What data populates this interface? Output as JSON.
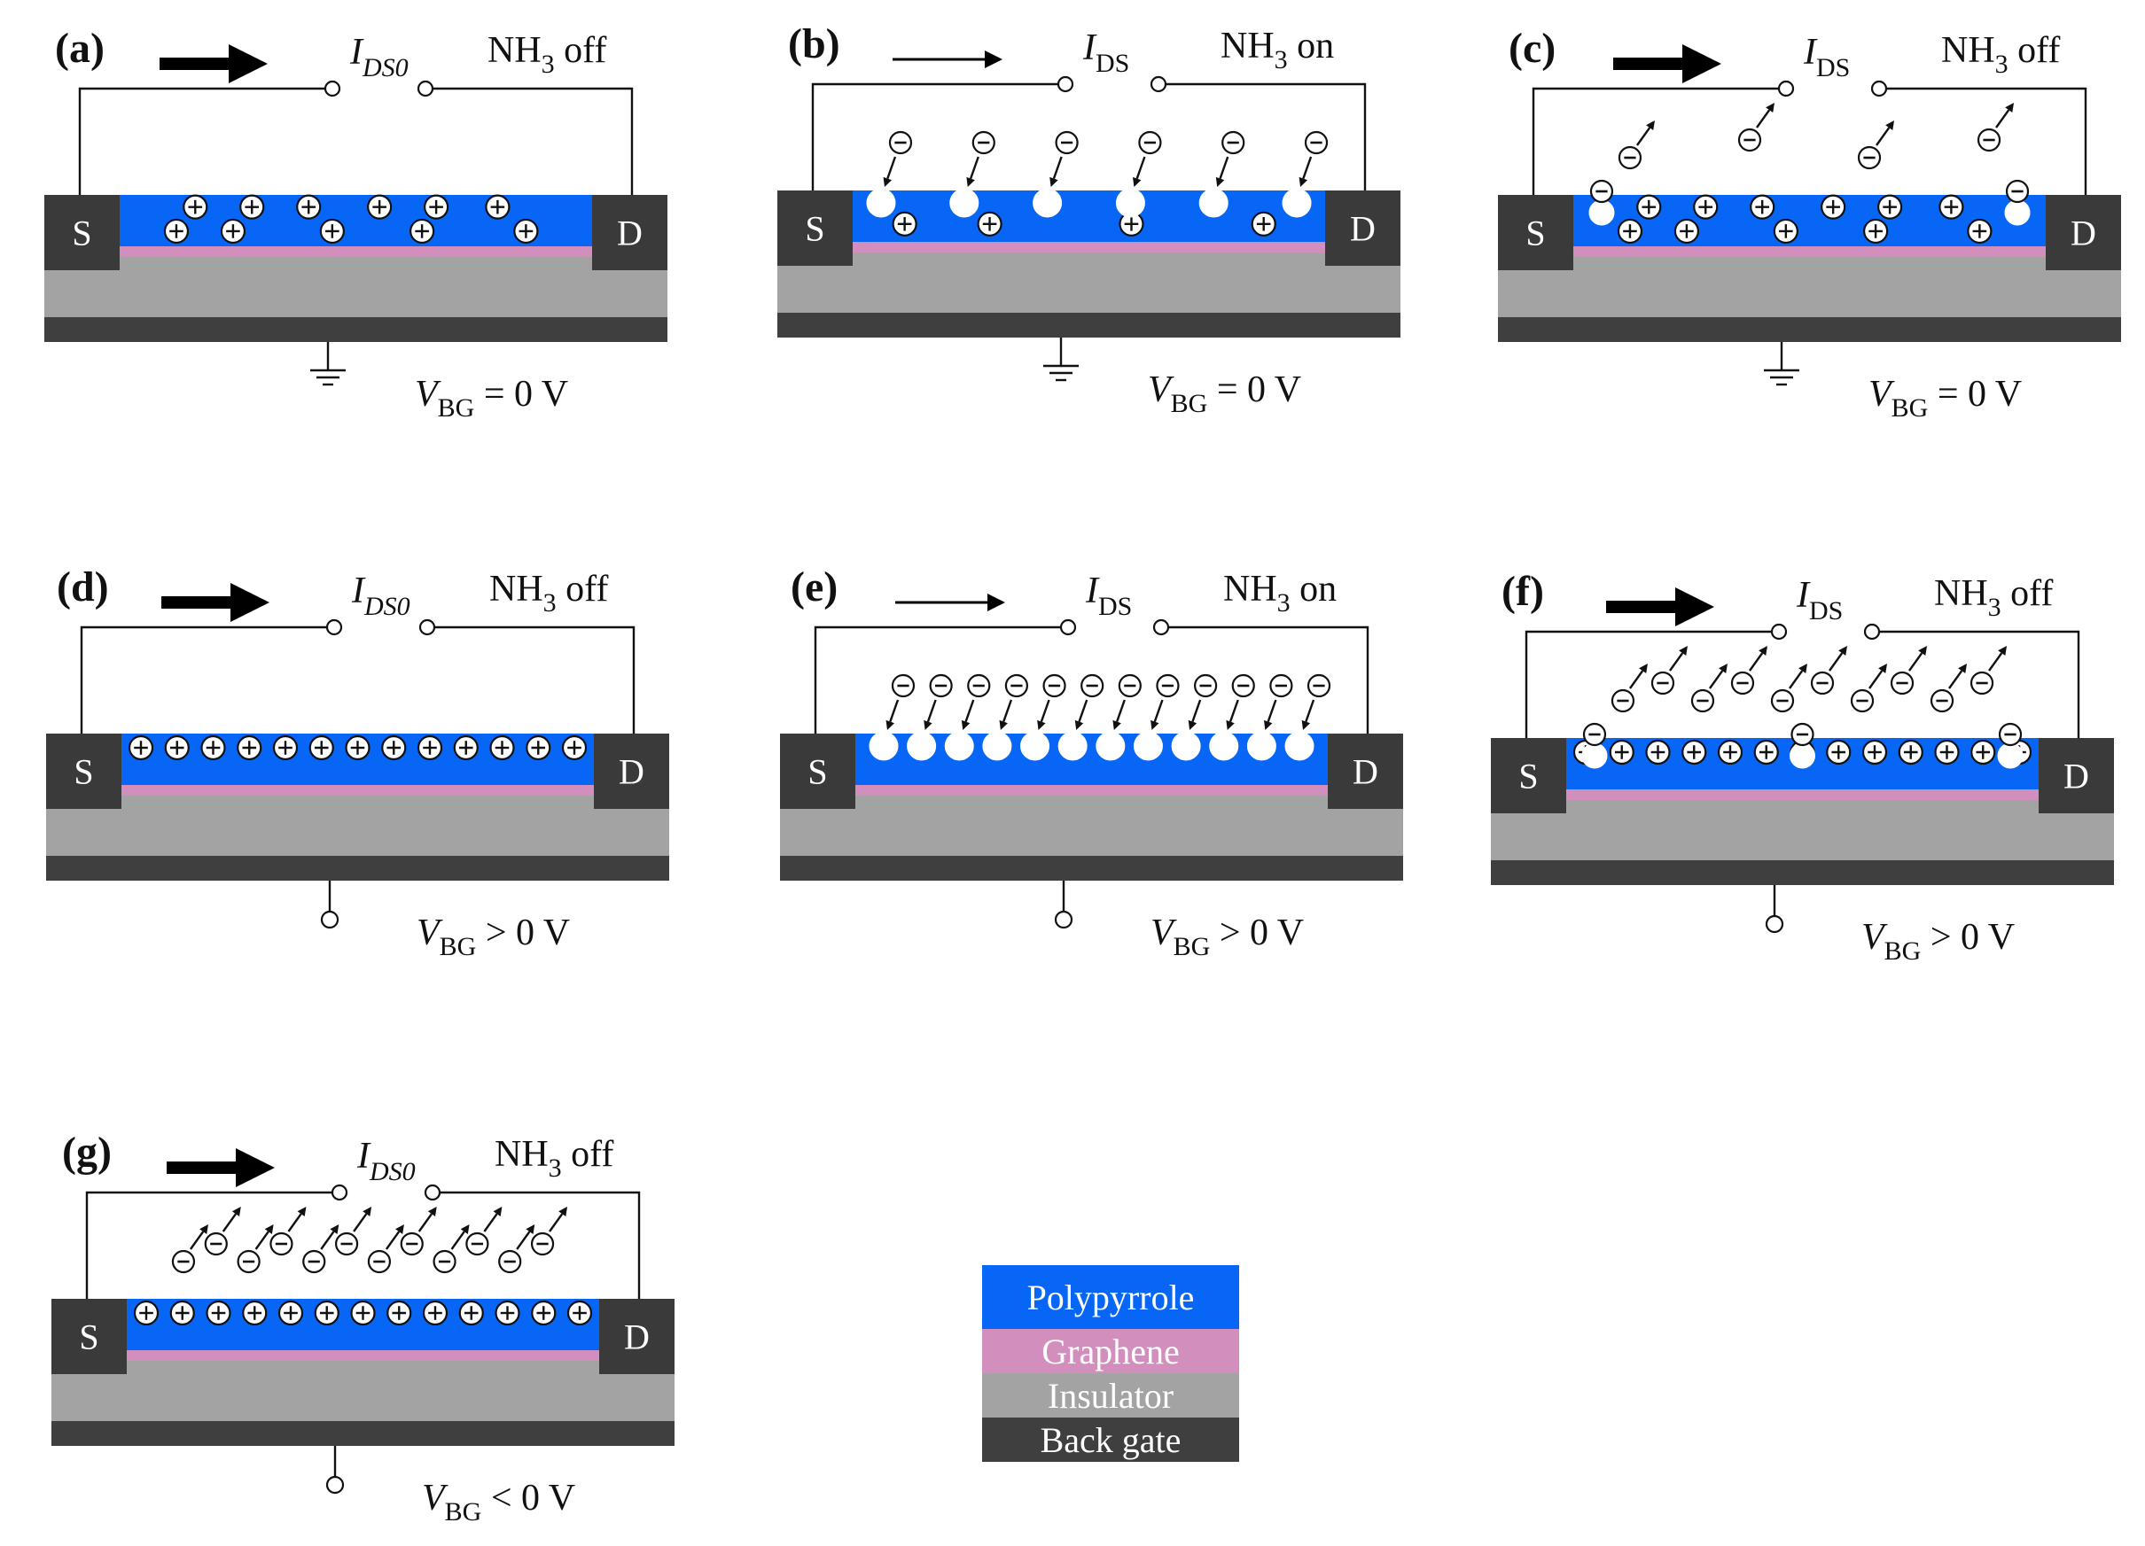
{
  "colors": {
    "polypyrrole": "#0766f5",
    "graphene": "#d28fbe",
    "insulator": "#a3a3a3",
    "back_gate": "#3f3f3f",
    "electrode": "#3a3a3a",
    "arrow": "#000000"
  },
  "electrode_labels": {
    "source": "S",
    "drain": "D"
  },
  "panels": [
    {
      "id": "a",
      "label": "(a)",
      "current": {
        "symbol": "I",
        "sub": "DS0",
        "italic_sub": true
      },
      "nh3": {
        "prefix": "NH",
        "sub": "3",
        "state": " off"
      },
      "vbg": {
        "symbol": "V",
        "sub": "BG",
        "relation": " = 0 V"
      },
      "gate": "ground",
      "current_arrow": "thick",
      "holes": "sparse",
      "adsorbed_molecules": 0,
      "desorbing_molecules": 0
    },
    {
      "id": "b",
      "label": "(b)",
      "current": {
        "symbol": "I",
        "sub": "DS",
        "italic_sub": false
      },
      "nh3": {
        "prefix": "NH",
        "sub": "3",
        "state": " on"
      },
      "vbg": {
        "symbol": "V",
        "sub": "BG",
        "relation": " = 0 V"
      },
      "gate": "ground",
      "current_arrow": "thin",
      "holes": "few",
      "adsorbed_molecules": 6,
      "desorbing_molecules": 0
    },
    {
      "id": "c",
      "label": "(c)",
      "current": {
        "symbol": "I",
        "sub": "DS",
        "italic_sub": false
      },
      "nh3": {
        "prefix": "NH",
        "sub": "3",
        "state": " off"
      },
      "vbg": {
        "symbol": "V",
        "sub": "BG",
        "relation": " = 0 V"
      },
      "gate": "ground",
      "current_arrow": "thick",
      "holes": "sparse",
      "adsorbed_molecules": 2,
      "desorbing_molecules": 4
    },
    {
      "id": "d",
      "label": "(d)",
      "current": {
        "symbol": "I",
        "sub": "DS0",
        "italic_sub": true
      },
      "nh3": {
        "prefix": "NH",
        "sub": "3",
        "state": " off"
      },
      "vbg": {
        "symbol": "V",
        "sub": "BG",
        "relation": " > 0 V"
      },
      "gate": "terminal",
      "current_arrow": "thick",
      "holes": "dense",
      "adsorbed_molecules": 0,
      "desorbing_molecules": 0
    },
    {
      "id": "e",
      "label": "(e)",
      "current": {
        "symbol": "I",
        "sub": "DS",
        "italic_sub": false
      },
      "nh3": {
        "prefix": "NH",
        "sub": "3",
        "state": " on"
      },
      "vbg": {
        "symbol": "V",
        "sub": "BG",
        "relation": " > 0 V"
      },
      "gate": "terminal",
      "current_arrow": "thin",
      "holes": "none",
      "adsorbed_molecules": 12,
      "desorbing_molecules": 0
    },
    {
      "id": "f",
      "label": "(f)",
      "current": {
        "symbol": "I",
        "sub": "DS",
        "italic_sub": false
      },
      "nh3": {
        "prefix": "NH",
        "sub": "3",
        "state": " off"
      },
      "vbg": {
        "symbol": "V",
        "sub": "BG",
        "relation": " > 0 V"
      },
      "gate": "terminal",
      "current_arrow": "thick",
      "holes": "dense",
      "adsorbed_molecules": 3,
      "desorbing_molecules": 10
    },
    {
      "id": "g",
      "label": "(g)",
      "current": {
        "symbol": "I",
        "sub": "DS0",
        "italic_sub": true
      },
      "nh3": {
        "prefix": "NH",
        "sub": "3",
        "state": " off"
      },
      "vbg": {
        "symbol": "V",
        "sub": "BG",
        "relation": " < 0 V"
      },
      "gate": "terminal",
      "current_arrow": "thick",
      "holes": "dense",
      "adsorbed_molecules": 0,
      "desorbing_molecules": 12
    }
  ],
  "legend": [
    {
      "label": "Polypyrrole",
      "color": "#0766f5"
    },
    {
      "label": "Graphene",
      "color": "#d28fbe"
    },
    {
      "label": "Insulator",
      "color": "#a3a3a3"
    },
    {
      "label": "Back gate",
      "color": "#3f3f3f"
    }
  ]
}
